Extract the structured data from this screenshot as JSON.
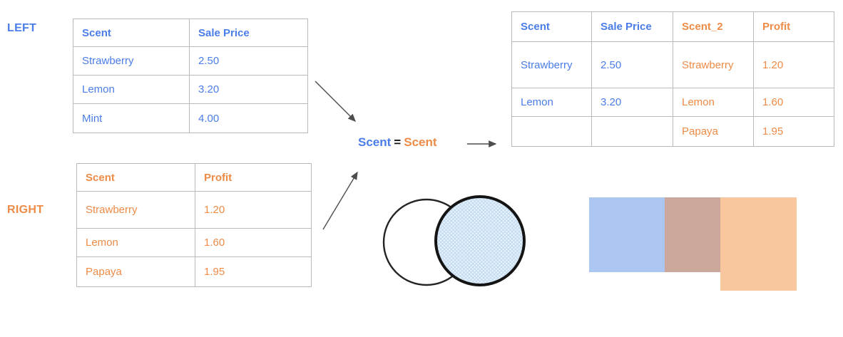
{
  "left_table": {
    "label": "LEFT",
    "headers": [
      "Scent",
      "Sale Price"
    ],
    "rows": [
      [
        "Strawberry",
        "2.50"
      ],
      [
        "Lemon",
        "3.20"
      ],
      [
        "Mint",
        "4.00"
      ]
    ]
  },
  "right_table": {
    "label": "RIGHT",
    "headers": [
      "Scent",
      "Profit"
    ],
    "rows": [
      [
        "Strawberry",
        "1.20"
      ],
      [
        "Lemon",
        "1.60"
      ],
      [
        "Papaya",
        "1.95"
      ]
    ]
  },
  "join_condition": {
    "left_key": "Scent",
    "operator": "=",
    "right_key": "Scent"
  },
  "result_table": {
    "headers": [
      "Scent",
      "Sale Price",
      "Scent_2",
      "Profit"
    ],
    "rows": [
      [
        "Strawberry",
        "2.50",
        "Strawberry",
        "1.20"
      ],
      [
        "Lemon",
        "3.20",
        "Lemon",
        "1.60"
      ],
      [
        "",
        "",
        "Papaya",
        "1.95"
      ]
    ]
  },
  "venn": {
    "type": "right-join",
    "shaded_circle": "right"
  },
  "colors": {
    "left_text": "#4A7DE8",
    "right_text": "#ED8B47",
    "equals_text": "#111111",
    "table_border": "#B9B9B9",
    "arrow": "#4D4D4D",
    "venn_fill_base": "#EAF3FB",
    "venn_hatch": "#BED9F1",
    "venn_outline": "#1A1A1A"
  },
  "blocks": [
    {
      "name": "left-only",
      "color": "#ABC6F0"
    },
    {
      "name": "intersection",
      "color": "#CBA79C"
    },
    {
      "name": "right-part",
      "color": "#F8C79D"
    }
  ]
}
